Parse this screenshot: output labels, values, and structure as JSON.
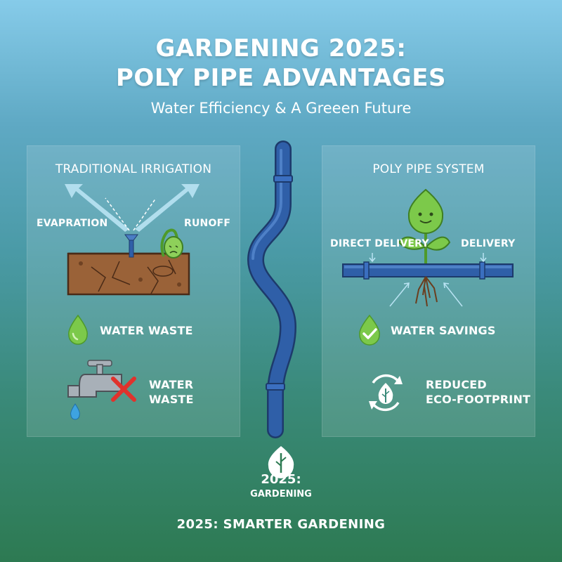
{
  "header": {
    "title_line1": "GARDENING 2025:",
    "title_line2": "POLY PIPE ADVANTAGES",
    "subtitle": "Water Efficiency & A Greeen Future"
  },
  "left_panel": {
    "title": "TRADITIONAL IRRIGATION",
    "evaporation_label": "EVAPRATION",
    "runoff_label": "RUNOFF",
    "item1_icon": "water-drop-icon",
    "item1_label": "WATER WASTE",
    "item2_icon": "faucet-icon",
    "item2_label_line1": "WATER",
    "item2_label_line2": "WASTE"
  },
  "right_panel": {
    "title": "POLY PIPE SYSTEM",
    "direct_delivery_label": "DIRECT DELIVERY",
    "delivery_label": "DELIVERY",
    "item1_icon": "check-drop-icon",
    "item1_label": "WATER SAVINGS",
    "item2_icon": "recycle-leaf-icon",
    "item2_label_line1": "REDUCED",
    "item2_label_line2": "ECO-FOOTPRINT"
  },
  "badge": {
    "icon": "leaf-icon",
    "year": "2025:",
    "text": "GARDENING"
  },
  "footer": {
    "text": "2025: SMARTER GARDENING"
  },
  "colors": {
    "pipe_blue": "#2f5fa8",
    "leaf_green": "#6fbf3a",
    "soil_brown": "#9a6238",
    "warning_red": "#e0322c"
  }
}
